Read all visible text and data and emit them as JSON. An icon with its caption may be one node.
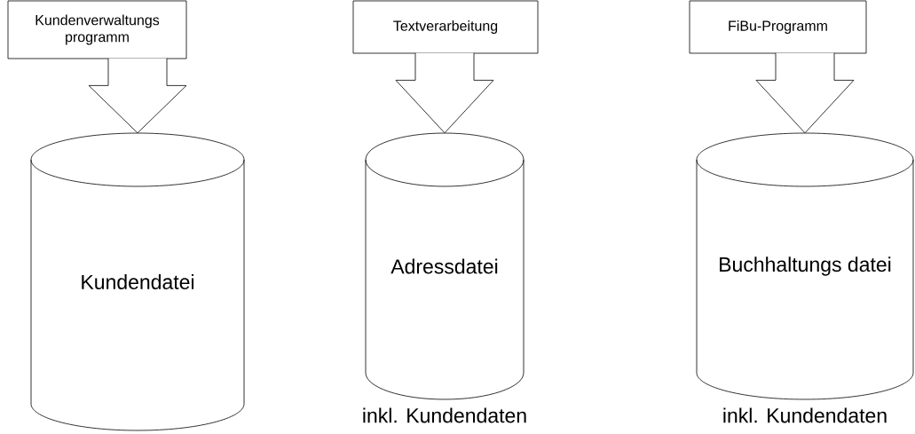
{
  "diagram": {
    "nodes": [
      {
        "text": [
          "Kundenverwaltungs programm"
        ]
      },
      {
        "text": [
          "Kundendatei"
        ]
      },
      {
        "text": [
          "Textverarbeitung"
        ]
      },
      {
        "text": [
          "Adressdatei"
        ],
        "beside": [
          "inkl. Kundendaten"
        ]
      },
      {
        "text": [
          "FiBu-Programm"
        ]
      },
      {
        "text": [
          "Buchhaltungs datei"
        ],
        "beside": [
          "inkl. Kundendaten"
        ]
      }
    ],
    "edges": [
      {
        "from": 0,
        "to": 1,
        "arrow": "to"
      },
      {
        "from": 2,
        "to": 3,
        "arrow": "to"
      },
      {
        "from": 4,
        "to": 5,
        "arrow": "to"
      }
    ]
  }
}
